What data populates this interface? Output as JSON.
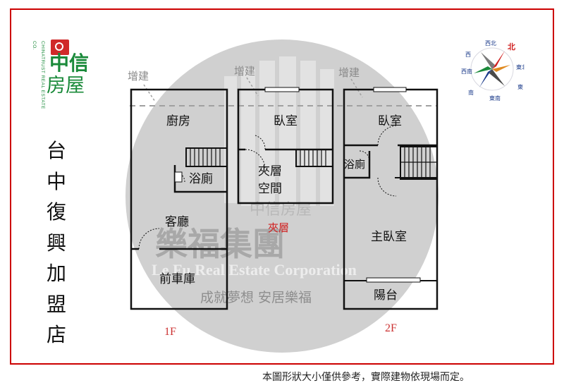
{
  "logo": {
    "english": "CHINATRUST REAL ESTATE CO.",
    "line1": "中信",
    "line2": "房屋",
    "colors": {
      "green": "#1a8a3a",
      "red": "#d02a2a"
    }
  },
  "store_name": [
    "台",
    "中",
    "復",
    "興",
    "加",
    "盟",
    "店"
  ],
  "watermark": {
    "line1": "樂福集團",
    "line2": "Le Fu Real Estate Corporation",
    "line3": "成就夢想 安居樂福",
    "line4": "中信房屋"
  },
  "floors": [
    {
      "label": "1F",
      "extension": "增建",
      "rooms": [
        "廚房",
        "浴廁",
        "客廳",
        "前車庫"
      ]
    },
    {
      "label": "",
      "extension": "增建",
      "rooms": [
        "臥室",
        "夾層",
        "空間"
      ],
      "mezzanine_label": "夾層"
    },
    {
      "label": "2F",
      "extension": "增建",
      "rooms": [
        "臥室",
        "浴廁",
        "主臥室",
        "陽台"
      ]
    }
  ],
  "compass": {
    "north": "北",
    "northwest": "西北",
    "northeast": "東北",
    "west": "西",
    "east": "東",
    "southwest": "西南",
    "southeast": "東南",
    "south": "南"
  },
  "disclaimer": "本圖形狀大小僅供參考，實際建物依現場而定。"
}
